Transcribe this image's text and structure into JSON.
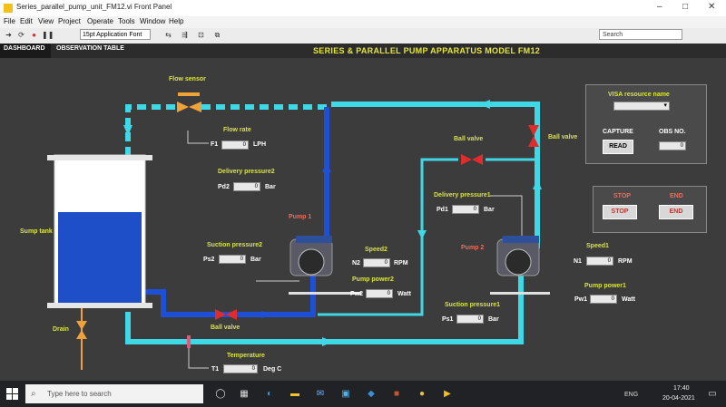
{
  "window": {
    "title": "Series_parallel_pump_unit_FM12.vi Front Panel",
    "controls": {
      "minimize": "–",
      "maximize": "□",
      "close": "✕"
    }
  },
  "menubar": [
    "File",
    "Edit",
    "View",
    "Project",
    "Operate",
    "Tools",
    "Window",
    "Help"
  ],
  "toolbar": {
    "font_selector": "15pt Application Font",
    "search_placeholder": "Search"
  },
  "tabs": [
    {
      "label": "DASHBOARD",
      "selected": true
    },
    {
      "label": "OBSERVATION TABLE",
      "selected": false
    }
  ],
  "app_title": "SERIES & PARALLEL PUMP APPARATUS MODEL FM12",
  "labels": {
    "flow_sensor": "Flow sensor",
    "flow_rate": "Flow rate",
    "f1": "F1",
    "f1_unit": "LPH",
    "delivery_pressure2": "Delivery pressure2",
    "pd2": "Pd2",
    "pd2_unit": "Bar",
    "pump1": "Pump 1",
    "suction_pressure2": "Suction pressure2",
    "ps2": "Ps2",
    "ps2_unit": "Bar",
    "speed2": "Speed2",
    "n2": "N2",
    "n2_unit": "RPM",
    "pump_power2": "Pump power2",
    "pw2": "Pw2",
    "pw2_unit": "Watt",
    "ball_valve_bottom": "Ball valve",
    "ball_valve_mid": "Ball valve",
    "ball_valve_right": "Ball valve",
    "delivery_pressure1": "Delivery pressure1",
    "pd1": "Pd1",
    "pd1_unit": "Bar",
    "pump2": "Pump 2",
    "speed1": "Speed1",
    "n1": "N1",
    "n1_unit": "RPM",
    "pump_power1": "Pump power1",
    "pw1": "Pw1",
    "pw1_unit": "Watt",
    "suction_pressure1": "Suction pressure1",
    "ps1": "Ps1",
    "ps1_unit": "Bar",
    "sump_tank": "Sump tank",
    "drain": "Drain",
    "temperature": "Temperature",
    "t1": "T1",
    "t1_unit": "Deg C"
  },
  "values": {
    "f1": "0",
    "pd2": "0",
    "ps2": "0",
    "n2": "0",
    "pw2": "0",
    "pd1": "0",
    "ps1": "0",
    "n1": "0",
    "pw1": "0",
    "t1": "0"
  },
  "visa": {
    "label": "VISA resource name",
    "capture_label": "CAPTURE",
    "read_button": "READ",
    "obs_label": "OBS NO.",
    "obs_value": "0"
  },
  "controls_box": {
    "stop_label": "STOP",
    "stop_button": "STOP",
    "end_label": "END",
    "end_button": "END"
  },
  "taskbar": {
    "search_placeholder": "Type here to search",
    "time": "17:40",
    "date": "20-04-2021",
    "lang": "ENG"
  },
  "colors": {
    "panel_bg": "#3c3c3c",
    "label_yellow": "#d9e43a",
    "pipe_cyan": "#3fd8e6",
    "pipe_blue": "#1d50d6",
    "valve_red": "#e22b2b",
    "water_blue": "#1e4fc8"
  }
}
